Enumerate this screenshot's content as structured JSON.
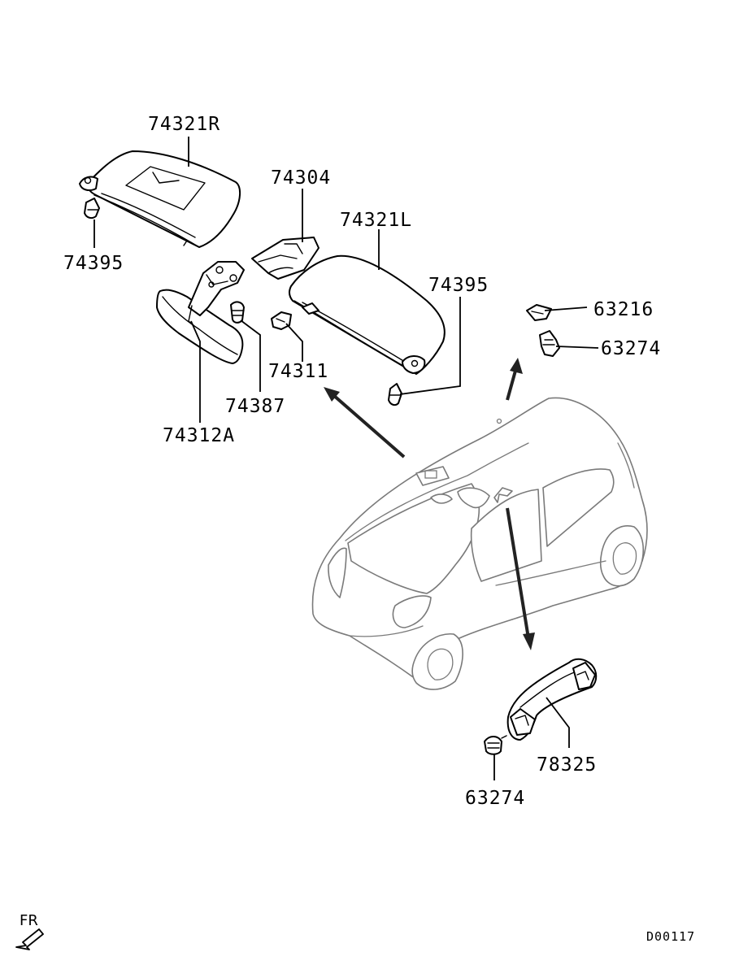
{
  "labels": {
    "visor_right": "74321R",
    "holder_upper": "74304",
    "visor_left": "74321L",
    "clip_left": "74395",
    "clip_right": "74395",
    "retainer_top": "63216",
    "screw_top": "63274",
    "holder_lower": "74311",
    "screw_mirror": "74387",
    "mirror": "74312A",
    "grip": "78325",
    "screw_grip": "63274"
  },
  "direction_indicator": "FR",
  "diagram_code": "D00117"
}
